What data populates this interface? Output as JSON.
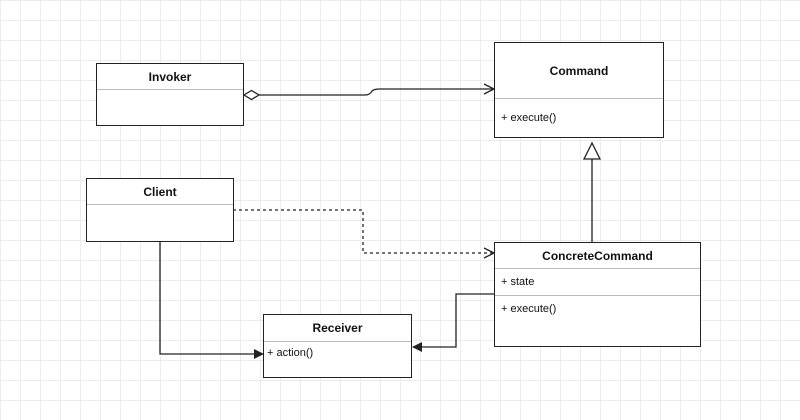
{
  "classes": {
    "invoker": {
      "name": "Invoker"
    },
    "command": {
      "name": "Command",
      "operations": [
        "+ execute()"
      ]
    },
    "client": {
      "name": "Client"
    },
    "concrete_command": {
      "name": "ConcreteCommand",
      "attributes": [
        "+ state"
      ],
      "operations": [
        "+ execute()"
      ]
    },
    "receiver": {
      "name": "Receiver",
      "operations": [
        "+ action()"
      ]
    }
  },
  "relationships": [
    {
      "from": "Invoker",
      "to": "Command",
      "kind": "aggregation"
    },
    {
      "from": "ConcreteCommand",
      "to": "Command",
      "kind": "inheritance"
    },
    {
      "from": "Client",
      "to": "ConcreteCommand",
      "kind": "dependency"
    },
    {
      "from": "Client",
      "to": "Receiver",
      "kind": "association"
    },
    {
      "from": "ConcreteCommand",
      "to": "Receiver",
      "kind": "association"
    }
  ],
  "colors": {
    "stroke": "#222222",
    "grid": "#ececec",
    "background": "#ffffff"
  }
}
